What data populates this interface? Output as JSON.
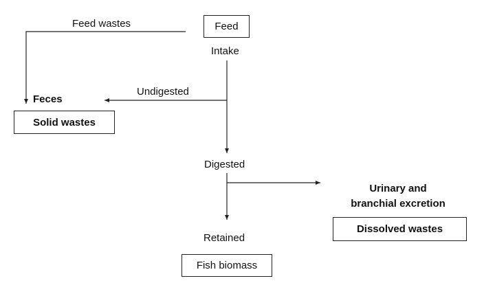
{
  "nodes": {
    "feed": "Feed",
    "feed_wastes": "Feed wastes",
    "intake": "Intake",
    "undigested": "Undigested",
    "feces": "Feces",
    "solid_wastes": "Solid wastes",
    "digested": "Digested",
    "urinary_line1": "Urinary and",
    "urinary_line2": "branchial excretion",
    "dissolved_wastes": "Dissolved wastes",
    "retained": "Retained",
    "fish_biomass": "Fish biomass"
  },
  "colors": {
    "line": "#222222",
    "text": "#111111",
    "background": "#ffffff"
  }
}
